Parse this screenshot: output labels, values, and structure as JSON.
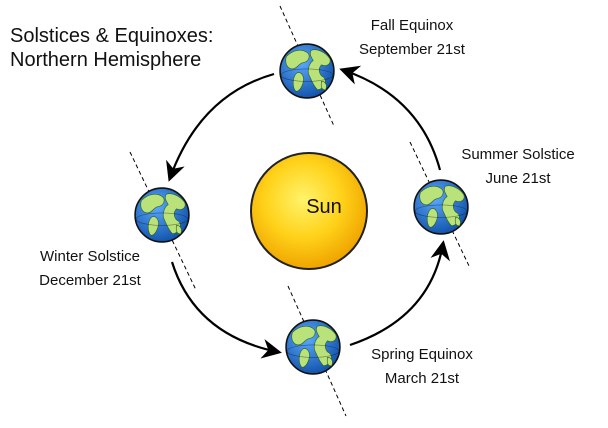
{
  "title": {
    "line1": "Solstices & Equinoxes:",
    "line2": "Northern Hemisphere"
  },
  "center": {
    "label": "Sun",
    "color_core": "#fff36b",
    "color_edge": "#f0a400",
    "outline": "#222222"
  },
  "positions": [
    {
      "id": "fall",
      "name": "Fall Equinox",
      "date": "September 21st",
      "icon": "earth-icon"
    },
    {
      "id": "summer",
      "name": "Summer Solstice",
      "date": "June 21st",
      "icon": "earth-icon"
    },
    {
      "id": "winter",
      "name": "Winter Solstice",
      "date": "December 21st",
      "icon": "earth-icon"
    },
    {
      "id": "spring",
      "name": "Spring Equinox",
      "date": "March 21st",
      "icon": "earth-icon"
    }
  ],
  "colors": {
    "ocean": "#1b6fc9",
    "land": "#b9e27a",
    "arrow": "#000000",
    "axis": "#000000"
  }
}
